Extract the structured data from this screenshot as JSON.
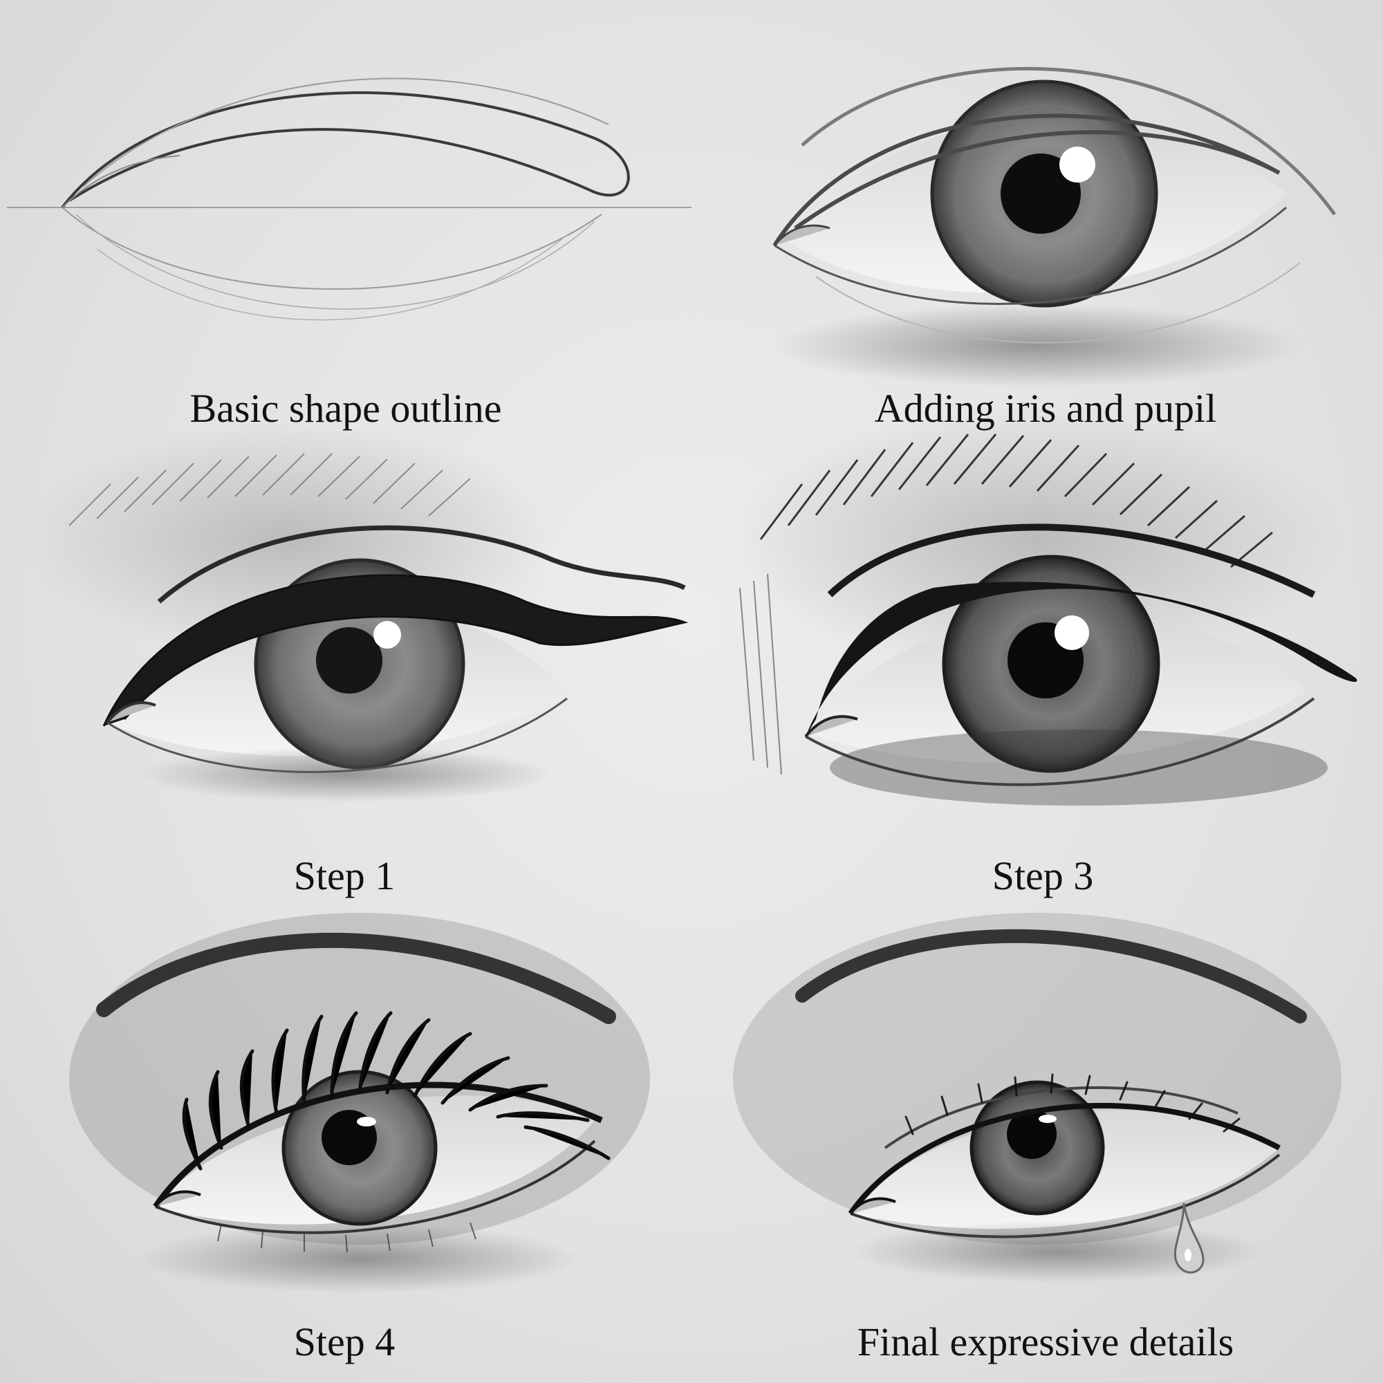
{
  "panels": [
    {
      "caption": "Basic shape outline"
    },
    {
      "caption": "Adding iris and pupil"
    },
    {
      "caption": "Step 1"
    },
    {
      "caption": "Step 3"
    },
    {
      "caption": "Step 4"
    },
    {
      "caption": "Final expressive details"
    }
  ],
  "colors": {
    "paper": "#e4e4e4",
    "graphite_dark": "#141414",
    "graphite_mid": "#5a5a5a",
    "graphite_light": "#9a9a9a",
    "highlight": "#ffffff"
  }
}
